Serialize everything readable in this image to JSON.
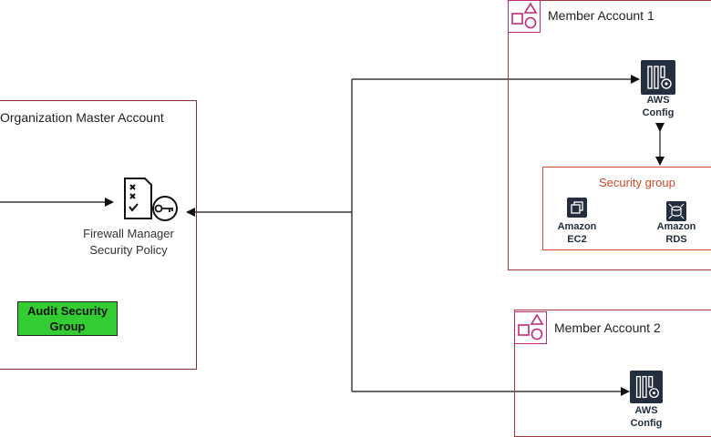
{
  "master": {
    "title": "Organization Master Account"
  },
  "policy": {
    "line1": "Firewall Manager",
    "line2": "Security Policy"
  },
  "audit_group": {
    "line1": "Audit Security",
    "line2": "Group"
  },
  "member1": {
    "title": "Member Account 1",
    "config": {
      "line1": "AWS",
      "line2": "Config"
    },
    "security_group": {
      "title": "Security group",
      "ec2": {
        "line1": "Amazon",
        "line2": "EC2"
      },
      "rds": {
        "line1": "Amazon",
        "line2": "RDS"
      }
    }
  },
  "member2": {
    "title": "Member Account 2",
    "config": {
      "line1": "AWS",
      "line2": "Config"
    }
  },
  "colors": {
    "account_border": "#a33a3a",
    "security_group_border": "#d04a2a",
    "security_group_title": "#d04a2a",
    "badge_magenta": "#c2287a",
    "service_icon": "#232f3e",
    "audit_green": "#33cc33"
  }
}
